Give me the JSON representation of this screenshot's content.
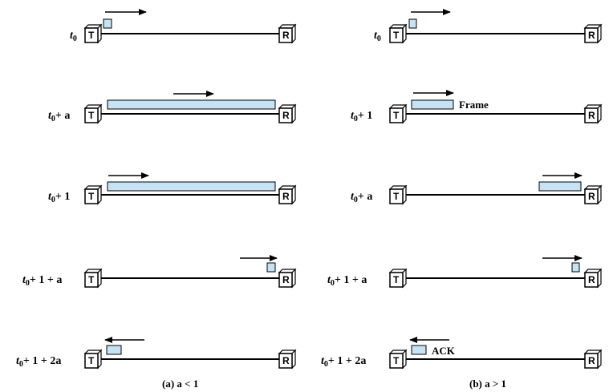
{
  "colors": {
    "frame_fill": "#c5e3f4",
    "stroke": "#000000"
  },
  "nodes": {
    "transmitter": "T",
    "receiver": "R"
  },
  "labels": {
    "t0": "t",
    "sub0": "0",
    "plus_a": "+ a",
    "plus_1": "+ 1",
    "plus_1_plus_a": "+ 1 + a",
    "plus_1_plus_2a": "+ 1 + 2a"
  },
  "notes": {
    "frame": "Frame",
    "ack": "ACK"
  },
  "captions": {
    "left": "(a) a < 1",
    "right": "(b) a > 1"
  }
}
